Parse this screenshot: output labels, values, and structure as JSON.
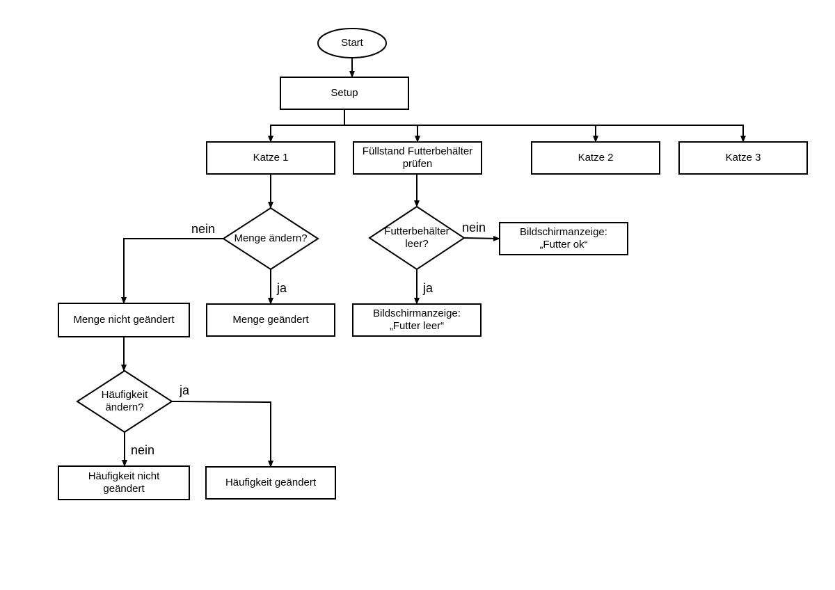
{
  "diagram": {
    "nodes": [
      {
        "id": "start",
        "shape": "ellipse",
        "lines": [
          "Start"
        ]
      },
      {
        "id": "setup",
        "shape": "rect",
        "lines": [
          "Setup"
        ]
      },
      {
        "id": "katze1",
        "shape": "rect",
        "lines": [
          "Katze 1"
        ]
      },
      {
        "id": "fuellstand",
        "shape": "rect",
        "lines": [
          "Füllstand Futterbehälter",
          "prüfen"
        ]
      },
      {
        "id": "katze2",
        "shape": "rect",
        "lines": [
          "Katze 2"
        ]
      },
      {
        "id": "katze3",
        "shape": "rect",
        "lines": [
          "Katze 3"
        ]
      },
      {
        "id": "menge_aendern",
        "shape": "diamond",
        "lines": [
          "Menge ändern?"
        ]
      },
      {
        "id": "menge_nicht",
        "shape": "rect",
        "lines": [
          "Menge nicht geändert"
        ]
      },
      {
        "id": "menge_geaendert",
        "shape": "rect",
        "lines": [
          "Menge geändert"
        ]
      },
      {
        "id": "haeufigkeit_aendern",
        "shape": "diamond",
        "lines": [
          "Häufigkeit",
          "ändern?"
        ]
      },
      {
        "id": "haeufigkeit_nicht",
        "shape": "rect",
        "lines": [
          "Häufigkeit nicht",
          "geändert"
        ]
      },
      {
        "id": "haeufigkeit_geaendert",
        "shape": "rect",
        "lines": [
          "Häufigkeit geändert"
        ]
      },
      {
        "id": "futter_leer_q",
        "shape": "diamond",
        "lines": [
          "Futterbehälter",
          "leer?"
        ]
      },
      {
        "id": "anzeige_ok",
        "shape": "rect",
        "lines": [
          "Bildschirmanzeige:",
          "„Futter ok“"
        ]
      },
      {
        "id": "anzeige_leer",
        "shape": "rect",
        "lines": [
          "Bildschirmanzeige:",
          "„Futter leer“"
        ]
      }
    ],
    "edges": [
      {
        "from": "start",
        "to": "setup",
        "label": ""
      },
      {
        "from": "setup",
        "to": "katze1",
        "label": ""
      },
      {
        "from": "setup",
        "to": "fuellstand",
        "label": ""
      },
      {
        "from": "setup",
        "to": "katze2",
        "label": ""
      },
      {
        "from": "setup",
        "to": "katze3",
        "label": ""
      },
      {
        "from": "katze1",
        "to": "menge_aendern",
        "label": ""
      },
      {
        "from": "menge_aendern",
        "to": "menge_nicht",
        "label": "nein"
      },
      {
        "from": "menge_aendern",
        "to": "menge_geaendert",
        "label": "ja"
      },
      {
        "from": "menge_nicht",
        "to": "haeufigkeit_aendern",
        "label": ""
      },
      {
        "from": "haeufigkeit_aendern",
        "to": "haeufigkeit_nicht",
        "label": "nein"
      },
      {
        "from": "haeufigkeit_aendern",
        "to": "haeufigkeit_geaendert",
        "label": "ja"
      },
      {
        "from": "fuellstand",
        "to": "futter_leer_q",
        "label": ""
      },
      {
        "from": "futter_leer_q",
        "to": "anzeige_ok",
        "label": "nein"
      },
      {
        "from": "futter_leer_q",
        "to": "anzeige_leer",
        "label": "ja"
      }
    ]
  }
}
